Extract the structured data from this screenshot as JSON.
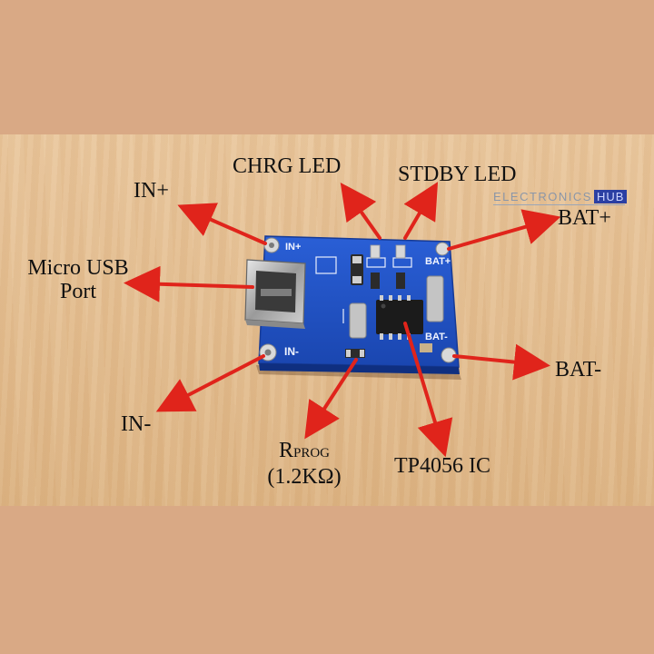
{
  "labels": {
    "in_plus": "IN+",
    "chrg_led": "CHRG LED",
    "stdby_led": "STDBY LED",
    "bat_plus": "BAT+",
    "micro_usb_line1": "Micro USB",
    "micro_usb_line2": "Port",
    "bat_minus": "BAT-",
    "in_minus": "IN-",
    "rprog_r": "R",
    "rprog_sub": "PROG",
    "rprog_value": "(1.2KΩ)",
    "tp4056": "TP4056 IC"
  },
  "silkscreen": {
    "in_plus": "IN+",
    "in_minus": "IN-",
    "bat_plus": "BAT+",
    "bat_minus": "BAT-"
  },
  "watermark": {
    "brand": "ELECTRONICS",
    "brand_badge": "HUB"
  },
  "colors": {
    "background": "#d9a985",
    "pcb": "#1f4fbf",
    "arrow": "#e0241b",
    "label_text": "#111111"
  }
}
